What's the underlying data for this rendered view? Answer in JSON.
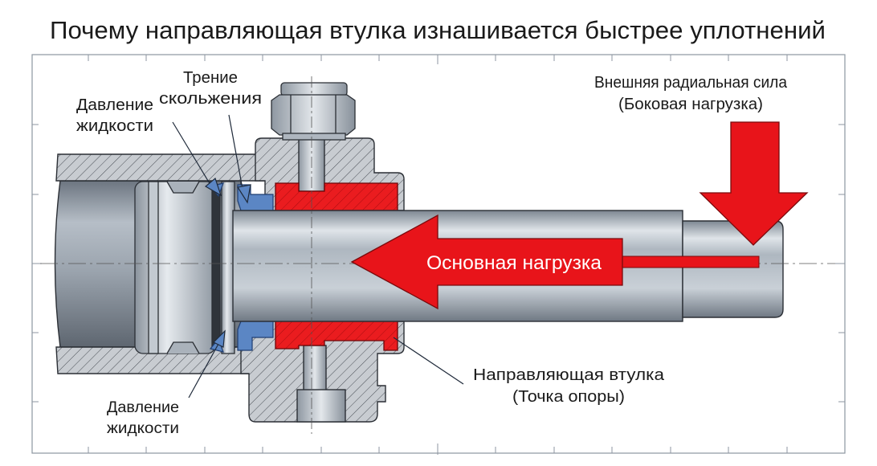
{
  "title": "Почему направляющая втулка изнашивается быстрее уплотнений",
  "labels": {
    "friction_line1": "Трение",
    "friction_line2": "скольжения",
    "pressure_top_line1": "Давление",
    "pressure_top_line2": "жидкости",
    "pressure_bottom_line1": "Давление",
    "pressure_bottom_line2": "жидкости",
    "radial_force_line1": "Внешняя радиальная сила",
    "radial_force_line2": "(Боковая нагрузка)",
    "main_load": "Основная нагрузка",
    "guide_bushing_line1": "Направляющая втулка",
    "guide_bushing_line2": "(Точка опоры)"
  },
  "colors": {
    "load_red": "#e8141a",
    "seal_blue": "#5b86c4",
    "steel": "#b9c1c9",
    "hatch_fill": "#c9cdd2"
  }
}
